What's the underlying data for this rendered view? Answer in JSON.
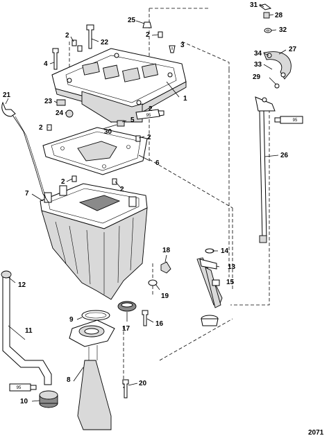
{
  "diagram": {
    "reference_number": "2071",
    "callouts": [
      {
        "id": "c1",
        "label": "1"
      },
      {
        "id": "c2a",
        "label": "2"
      },
      {
        "id": "c2b",
        "label": "2"
      },
      {
        "id": "c2c",
        "label": "2"
      },
      {
        "id": "c2d",
        "label": "2"
      },
      {
        "id": "c2e",
        "label": "2"
      },
      {
        "id": "c2f",
        "label": "2"
      },
      {
        "id": "c2g",
        "label": "2"
      },
      {
        "id": "c3",
        "label": "3"
      },
      {
        "id": "c4",
        "label": "4"
      },
      {
        "id": "c5",
        "label": "5"
      },
      {
        "id": "c6",
        "label": "6"
      },
      {
        "id": "c7",
        "label": "7"
      },
      {
        "id": "c8",
        "label": "8"
      },
      {
        "id": "c9",
        "label": "9"
      },
      {
        "id": "c10",
        "label": "10"
      },
      {
        "id": "c11",
        "label": "11"
      },
      {
        "id": "c12",
        "label": "12"
      },
      {
        "id": "c13",
        "label": "13"
      },
      {
        "id": "c14",
        "label": "14"
      },
      {
        "id": "c15",
        "label": "15"
      },
      {
        "id": "c16",
        "label": "16"
      },
      {
        "id": "c17",
        "label": "17"
      },
      {
        "id": "c18",
        "label": "18"
      },
      {
        "id": "c19",
        "label": "19"
      },
      {
        "id": "c20",
        "label": "20"
      },
      {
        "id": "c21",
        "label": "21"
      },
      {
        "id": "c22",
        "label": "22"
      },
      {
        "id": "c23",
        "label": "23"
      },
      {
        "id": "c24",
        "label": "24"
      },
      {
        "id": "c25",
        "label": "25"
      },
      {
        "id": "c26",
        "label": "26"
      },
      {
        "id": "c27",
        "label": "27"
      },
      {
        "id": "c28",
        "label": "28"
      },
      {
        "id": "c29",
        "label": "29"
      },
      {
        "id": "c30",
        "label": "30"
      },
      {
        "id": "c31",
        "label": "31"
      },
      {
        "id": "c32",
        "label": "32"
      },
      {
        "id": "c33",
        "label": "33"
      },
      {
        "id": "c34",
        "label": "34"
      }
    ],
    "lubricant_tubes": [
      {
        "id": "t1",
        "label": "95"
      },
      {
        "id": "t2",
        "label": "95"
      },
      {
        "id": "t3",
        "label": "95"
      }
    ]
  }
}
